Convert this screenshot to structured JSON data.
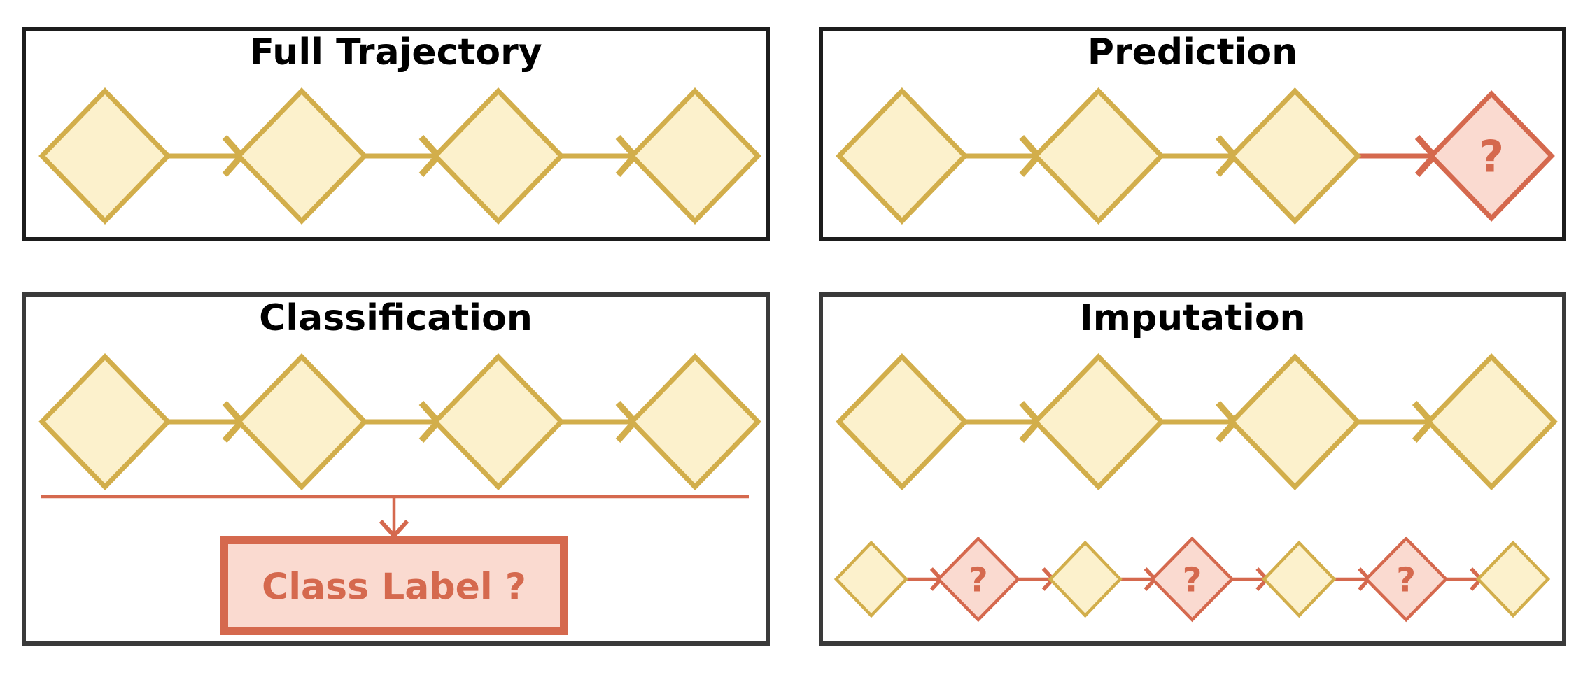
{
  "figure": {
    "background": "#ffffff",
    "palette": {
      "observed_fill": "#FCF1CC",
      "observed_stroke": "#D2AE4B",
      "unknown_fill": "#FADAD0",
      "unknown_stroke": "#D5694E",
      "panel_border_top": "#1d1d1d",
      "panel_border_bottom": "#3a3a3a",
      "title_color": "#000000"
    },
    "panels": [
      {
        "id": "full-trajectory",
        "title": "Full Trajectory",
        "rows": [
          {
            "type": "chain",
            "size": "large",
            "nodes": [
              {
                "state": "observed"
              },
              {
                "state": "observed"
              },
              {
                "state": "observed"
              },
              {
                "state": "observed"
              }
            ],
            "arrows": [
              "observed",
              "observed",
              "observed"
            ]
          }
        ]
      },
      {
        "id": "prediction",
        "title": "Prediction",
        "rows": [
          {
            "type": "chain",
            "size": "large",
            "nodes": [
              {
                "state": "observed"
              },
              {
                "state": "observed"
              },
              {
                "state": "observed"
              },
              {
                "state": "unknown",
                "label": "?"
              }
            ],
            "arrows": [
              "observed",
              "observed",
              "unknown"
            ]
          }
        ]
      },
      {
        "id": "classification",
        "title": "Classification",
        "rows": [
          {
            "type": "chain",
            "size": "large",
            "nodes": [
              {
                "state": "observed"
              },
              {
                "state": "observed"
              },
              {
                "state": "observed"
              },
              {
                "state": "observed"
              }
            ],
            "arrows": [
              "observed",
              "observed",
              "observed"
            ]
          },
          {
            "type": "collector",
            "label": "Class Label ?"
          }
        ]
      },
      {
        "id": "imputation",
        "title": "Imputation",
        "rows": [
          {
            "type": "chain",
            "size": "large",
            "nodes": [
              {
                "state": "observed"
              },
              {
                "state": "observed"
              },
              {
                "state": "observed"
              },
              {
                "state": "observed"
              }
            ],
            "arrows": [
              "observed",
              "observed",
              "observed"
            ]
          },
          {
            "type": "chain",
            "size": "small",
            "nodes": [
              {
                "state": "observed"
              },
              {
                "state": "unknown",
                "label": "?"
              },
              {
                "state": "observed"
              },
              {
                "state": "unknown",
                "label": "?"
              },
              {
                "state": "observed"
              },
              {
                "state": "unknown",
                "label": "?"
              },
              {
                "state": "observed"
              }
            ],
            "arrows": [
              "unknown",
              "unknown",
              "unknown",
              "unknown",
              "unknown",
              "unknown"
            ]
          }
        ]
      }
    ]
  }
}
